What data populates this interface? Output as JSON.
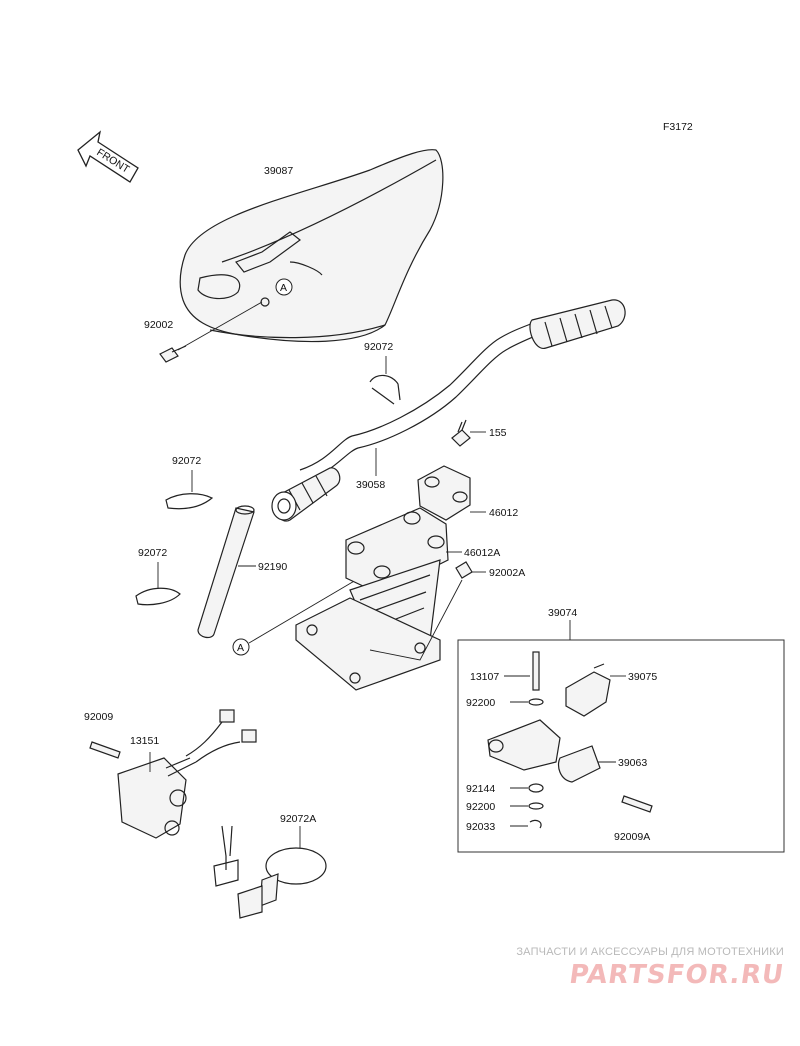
{
  "figure_code": "F3172",
  "front_arrow_text": "FRONT",
  "ref_mark": "A",
  "labels": {
    "p39087": "39087",
    "p92002": "92002",
    "p92072_a": "92072",
    "p92072_b": "92072",
    "p92072_c": "92072",
    "p155": "155",
    "p39058": "39058",
    "p46012": "46012",
    "p46012A": "46012A",
    "p92002A": "92002A",
    "p92190": "92190",
    "p39074": "39074",
    "p13107": "13107",
    "p39075": "39075",
    "p92200_a": "92200",
    "p39063": "39063",
    "p92144": "92144",
    "p92200_b": "92200",
    "p92033": "92033",
    "p92009A": "92009A",
    "p92009": "92009",
    "p13151": "13151",
    "p92072A": "92072A"
  },
  "watermark": {
    "tagline": "ЗАПЧАСТИ И АКСЕССУАРЫ ДЛЯ МОТОТЕХНИКИ",
    "logo": "PARTSFOR.RU"
  }
}
